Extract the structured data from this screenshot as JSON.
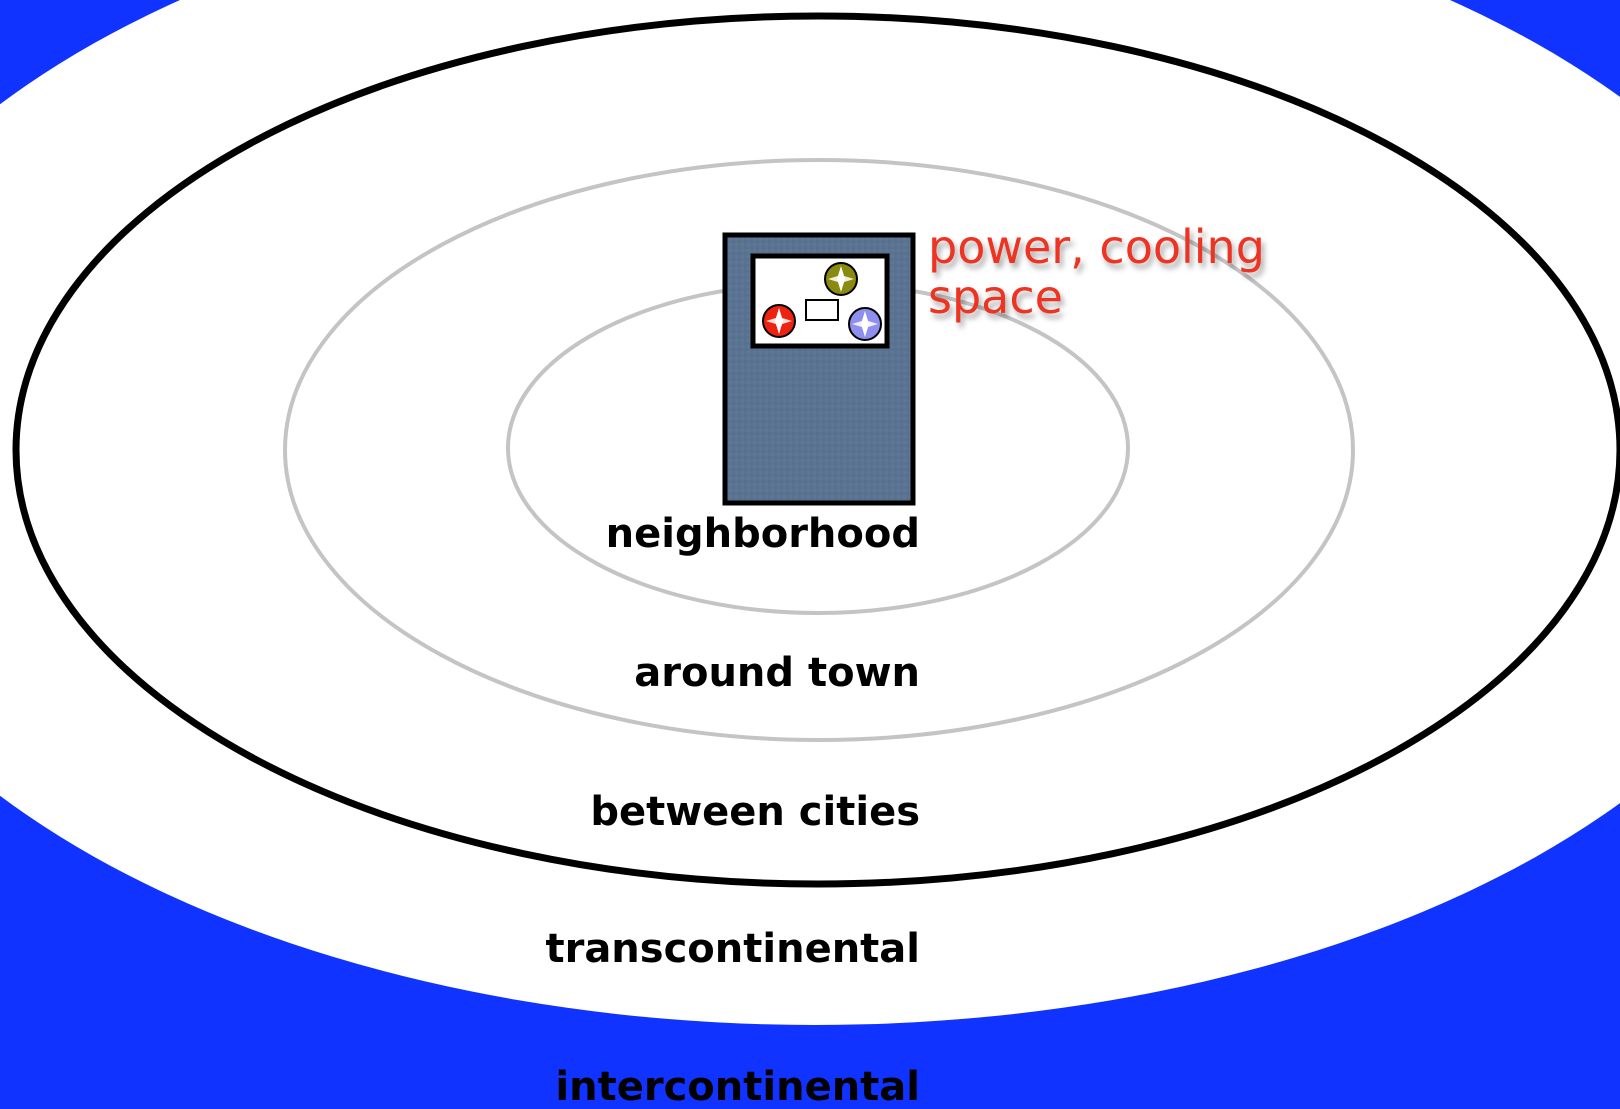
{
  "colors": {
    "background": "#1133ff",
    "outer_area": "#ffffff",
    "cabinet": "#5a7391",
    "annotation": "#ee3322",
    "node_red": "#ee2211",
    "node_olive": "#8a8a10",
    "node_blue": "#8f8fef"
  },
  "diagram": {
    "rings": [
      {
        "label": "neighborhood"
      },
      {
        "label": "around town"
      },
      {
        "label": "between cities"
      },
      {
        "label": "transcontinental"
      },
      {
        "label": "intercontinental"
      }
    ],
    "annotation": {
      "line1": "power, cooling",
      "line2": "space"
    },
    "cabinet": {
      "icon": "server-rack-icon",
      "nodes": [
        "red-node-icon",
        "olive-node-icon",
        "blue-node-icon"
      ]
    }
  }
}
